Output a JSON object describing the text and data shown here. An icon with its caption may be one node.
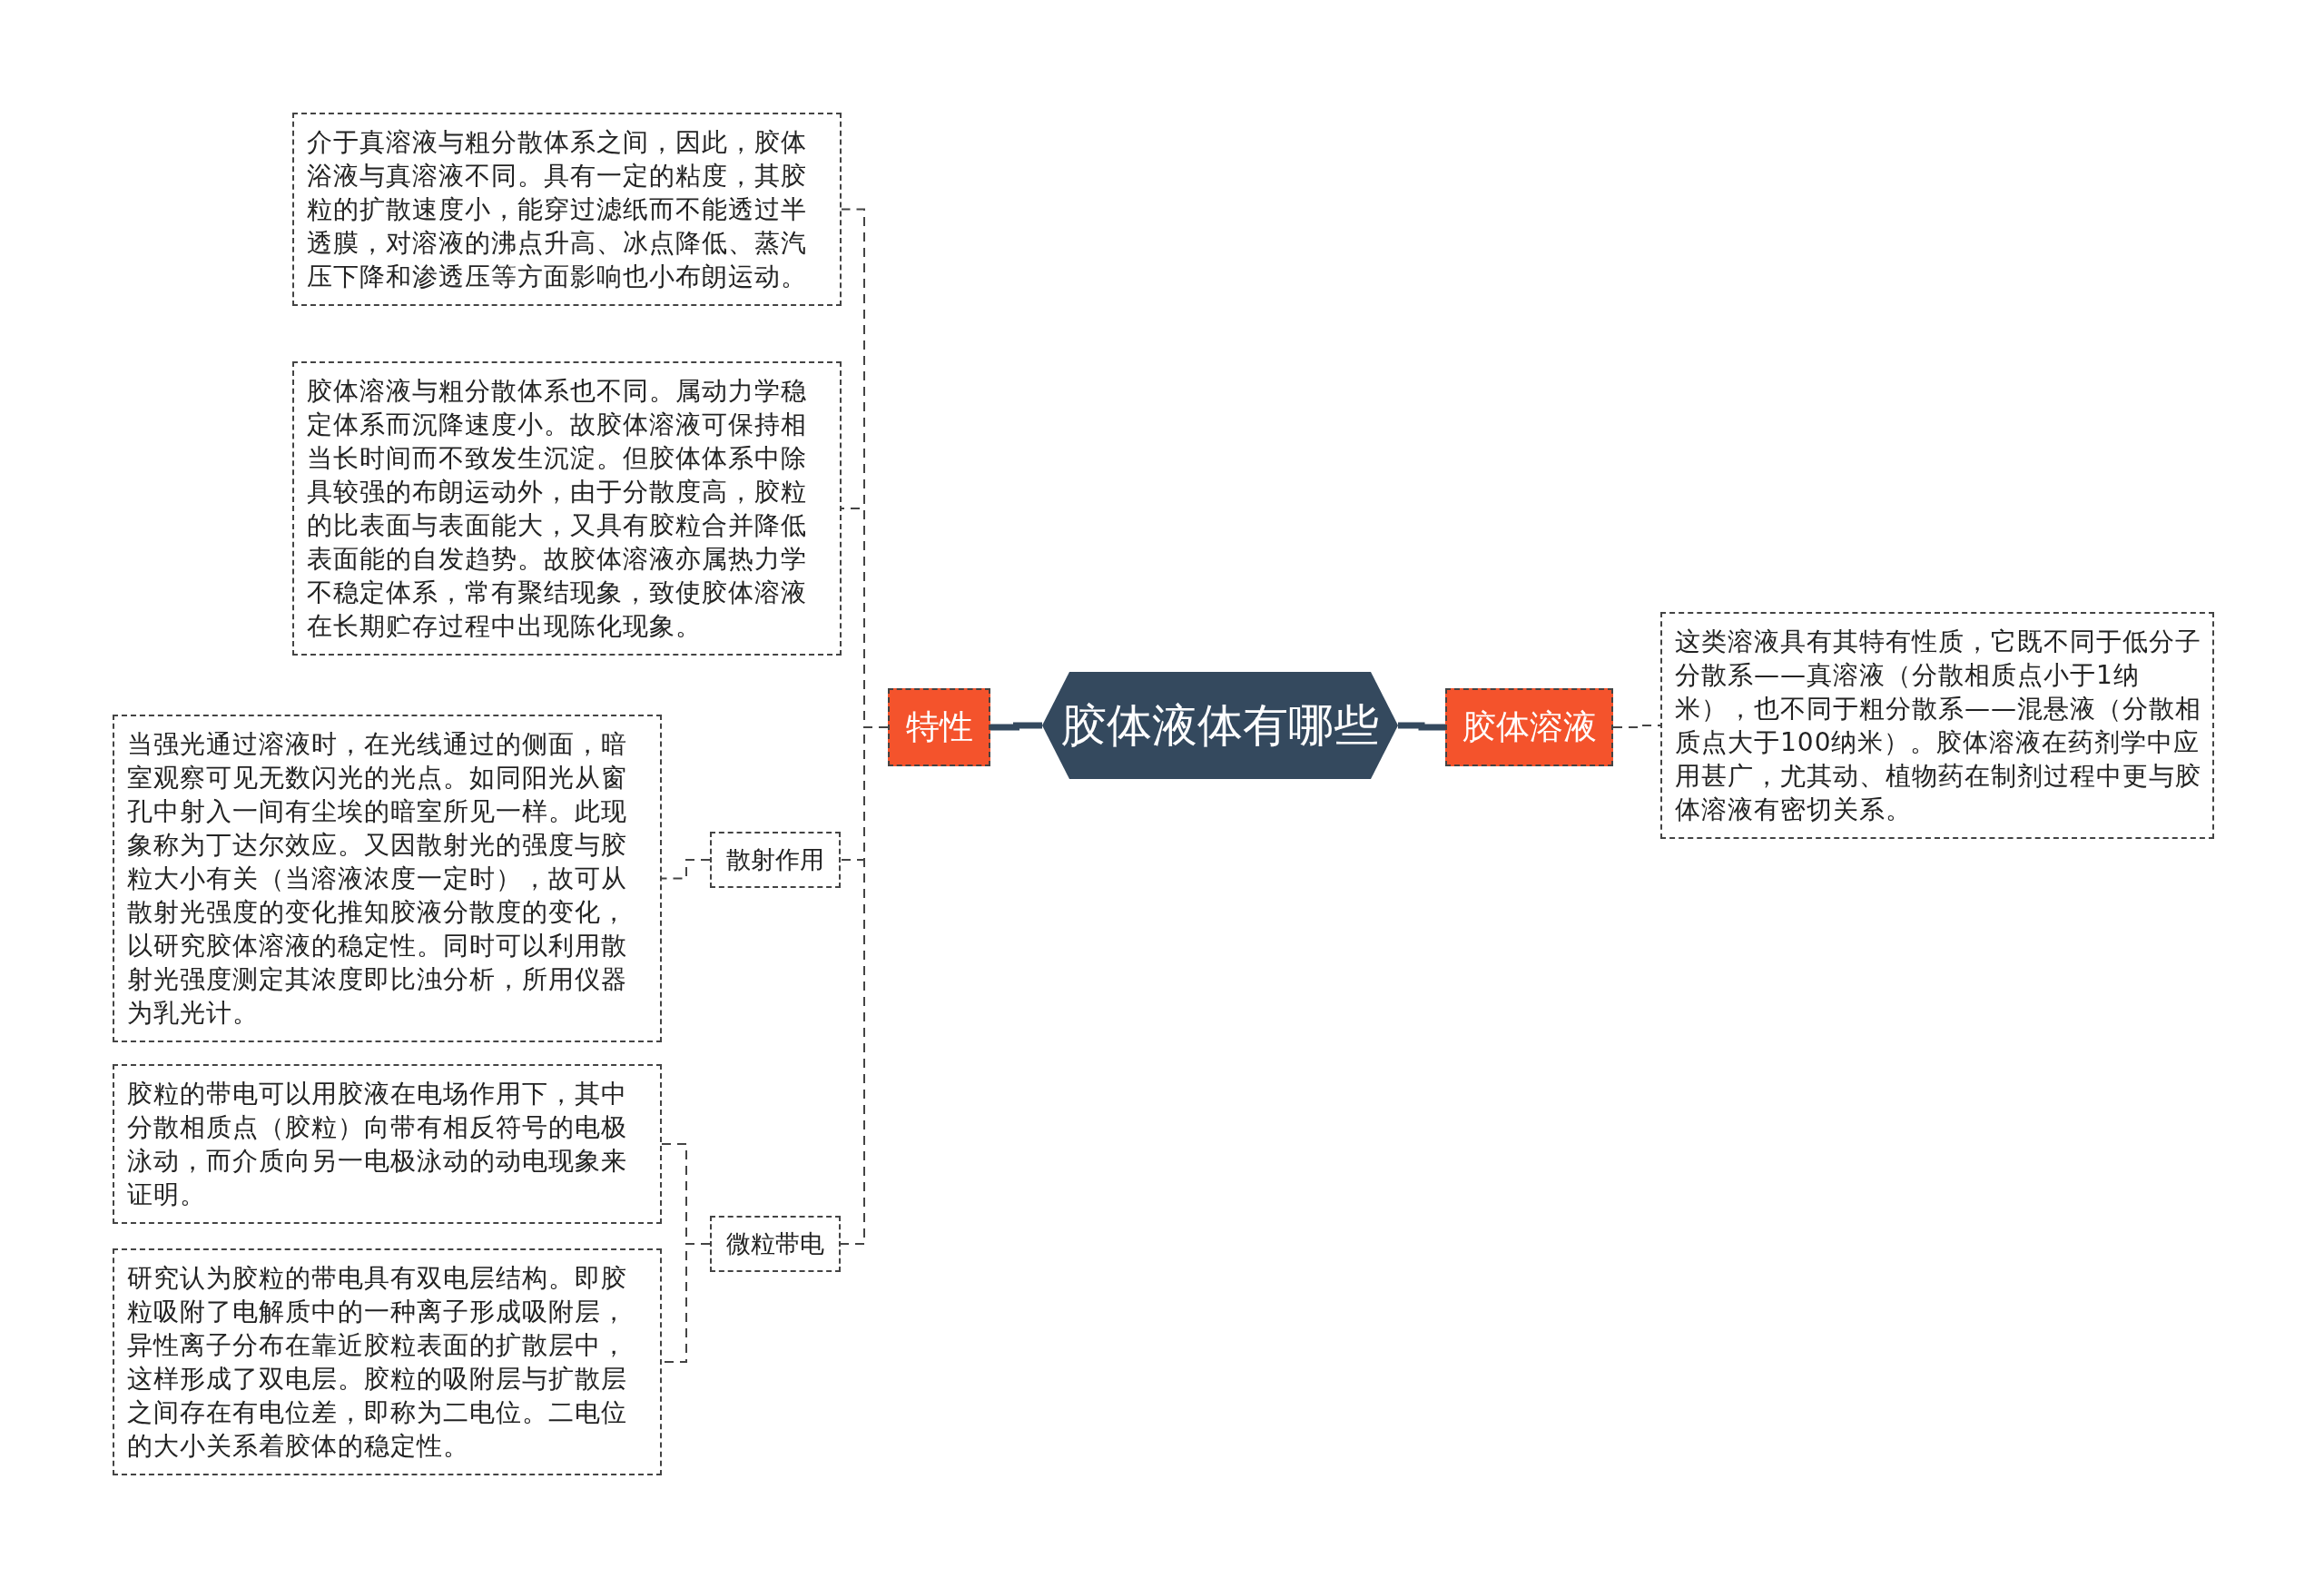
{
  "diagram": {
    "nodes": [
      {
        "text": [
          "胶体液体有哪些"
        ]
      },
      {
        "text": [
          "特性"
        ]
      },
      {
        "text": [
          "胶体溶液"
        ]
      },
      {
        "text": [
          "这类溶液具有其特有性质，它既不同于低分子分散系——真溶液（分散相质点小于1纳米），也不同于粗分散系——混悬液（分散相质点大于100纳米）。胶体溶液在药剂学中应用甚广，尤其动、植物药在制剂过程中更与胶体溶液有密切关系。"
        ]
      },
      {
        "text": [
          "介于真溶液与粗分散体系之间，因此，胶体浴液与真溶液不同。具有一定的粘度，其胶粒的扩散速度小，能穿过滤纸而不能透过半透膜，对溶液的沸点升高、冰点降低、蒸汽压下降和渗透压等方面影响也小布朗运动。"
        ]
      },
      {
        "text": [
          "胶体溶液与粗分散体系也不同。属动力学稳定体系而沉降速度小。故胶体溶液可保持相当长时间而不致发生沉淀。但胶体体系中除具较强的布朗运动外，由于分散度高，胶粒的比表面与表面能大，又具有胶粒合并降低表面能的自发趋势。故胶体溶液亦属热力学不稳定体系，常有聚结现象，致使胶体溶液在长期贮存过程中出现陈化现象。"
        ]
      },
      {
        "text": [
          "散射作用"
        ]
      },
      {
        "text": [
          "当强光通过溶液时，在光线通过的侧面，暗室观察可见无数闪光的光点。如同阳光从窗孔中射入一间有尘埃的暗室所见一样。此现象称为丁达尔效应。又因散射光的强度与胶粒大小有关（当溶液浓度一定时），故可从散射光强度的变化推知胶液分散度的变化，以研究胶体溶液的稳定性。同时可以利用散射光强度测定其浓度即比浊分析，所用仪器为乳光计。"
        ]
      },
      {
        "text": [
          "微粒带电"
        ]
      },
      {
        "text": [
          "胶粒的带电可以用胶液在电场作用下，其中分散相质点（胶粒）向带有相反符号的电极泳动，而介质向另一电极泳动的动电现象来证明。"
        ]
      },
      {
        "text": [
          "研究认为胶粒的带电具有双电层结构。即胶粒吸附了电解质中的一种离子形成吸附层，异性离子分布在靠近胶粒表面的扩散层中，这样形成了双电层。胶粒的吸附层与扩散层之间存在有电位差，即称为二电位。二电位的大小关系着胶体的稳定性。"
        ]
      }
    ],
    "edges": [
      {
        "from": 0,
        "to": 1,
        "arrow": "none",
        "style": "thick",
        "color": "#34495e"
      },
      {
        "from": 0,
        "to": 2,
        "arrow": "none",
        "style": "thick",
        "color": "#34495e"
      },
      {
        "from": 2,
        "to": 3,
        "arrow": "none",
        "style": "dashed"
      },
      {
        "from": 1,
        "to": 4,
        "arrow": "none",
        "style": "dashed"
      },
      {
        "from": 1,
        "to": 5,
        "arrow": "none",
        "style": "dashed"
      },
      {
        "from": 1,
        "to": 6,
        "arrow": "none",
        "style": "dashed"
      },
      {
        "from": 6,
        "to": 7,
        "arrow": "none",
        "style": "dashed"
      },
      {
        "from": 1,
        "to": 8,
        "arrow": "none",
        "style": "dashed"
      },
      {
        "from": 8,
        "to": 9,
        "arrow": "none",
        "style": "dashed"
      },
      {
        "from": 8,
        "to": 10,
        "arrow": "none",
        "style": "dashed"
      }
    ]
  }
}
